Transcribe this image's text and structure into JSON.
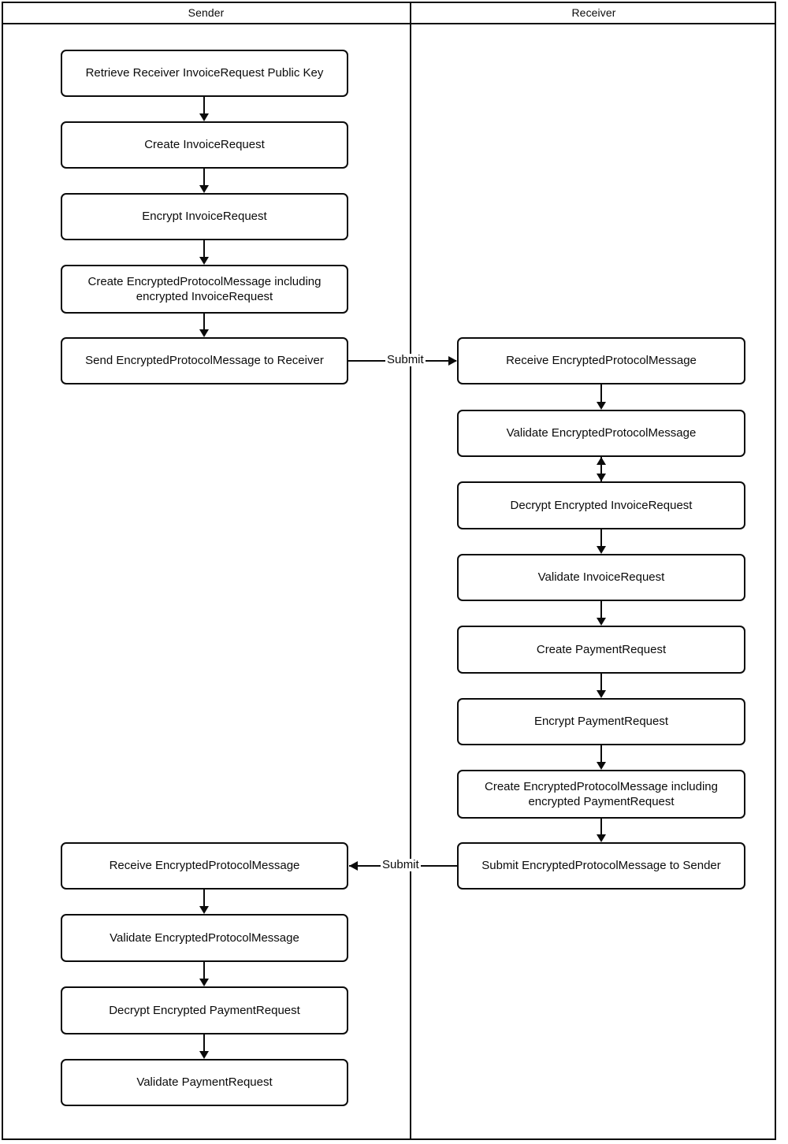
{
  "diagram": {
    "type": "swimlane-flowchart",
    "lanes": [
      {
        "id": "sender",
        "title": "Sender"
      },
      {
        "id": "receiver",
        "title": "Receiver"
      }
    ],
    "sender_nodes": [
      {
        "id": "s1",
        "label": "Retrieve Receiver InvoiceRequest Public Key"
      },
      {
        "id": "s2",
        "label": "Create InvoiceRequest"
      },
      {
        "id": "s3",
        "label": "Encrypt InvoiceRequest"
      },
      {
        "id": "s4",
        "label": "Create EncryptedProtocolMessage including\nencrypted InvoiceRequest"
      },
      {
        "id": "s5",
        "label": "Send EncryptedProtocolMessage to Receiver"
      },
      {
        "id": "s6",
        "label": "Receive EncryptedProtocolMessage"
      },
      {
        "id": "s7",
        "label": "Validate EncryptedProtocolMessage"
      },
      {
        "id": "s8",
        "label": "Decrypt Encrypted PaymentRequest"
      },
      {
        "id": "s9",
        "label": "Validate PaymentRequest"
      }
    ],
    "receiver_nodes": [
      {
        "id": "r1",
        "label": "Receive EncryptedProtocolMessage"
      },
      {
        "id": "r2",
        "label": "Validate EncryptedProtocolMessage"
      },
      {
        "id": "r3",
        "label": "Decrypt Encrypted InvoiceRequest"
      },
      {
        "id": "r4",
        "label": "Validate InvoiceRequest"
      },
      {
        "id": "r5",
        "label": "Create PaymentRequest"
      },
      {
        "id": "r6",
        "label": "Encrypt PaymentRequest"
      },
      {
        "id": "r7",
        "label": "Create EncryptedProtocolMessage including\nencrypted PaymentRequest"
      },
      {
        "id": "r8",
        "label": "Submit EncryptedProtocolMessage to Sender"
      }
    ],
    "cross_lane_edges": [
      {
        "id": "e-submit-forward",
        "label": "Submit",
        "from": "s5",
        "to": "r1",
        "direction": "right"
      },
      {
        "id": "e-submit-return",
        "label": "Submit",
        "from": "r8",
        "to": "s6",
        "direction": "left"
      }
    ],
    "colors": {
      "stroke": "#0b0b0b",
      "fill": "#ffffff",
      "text": "#0b0b0b"
    }
  }
}
